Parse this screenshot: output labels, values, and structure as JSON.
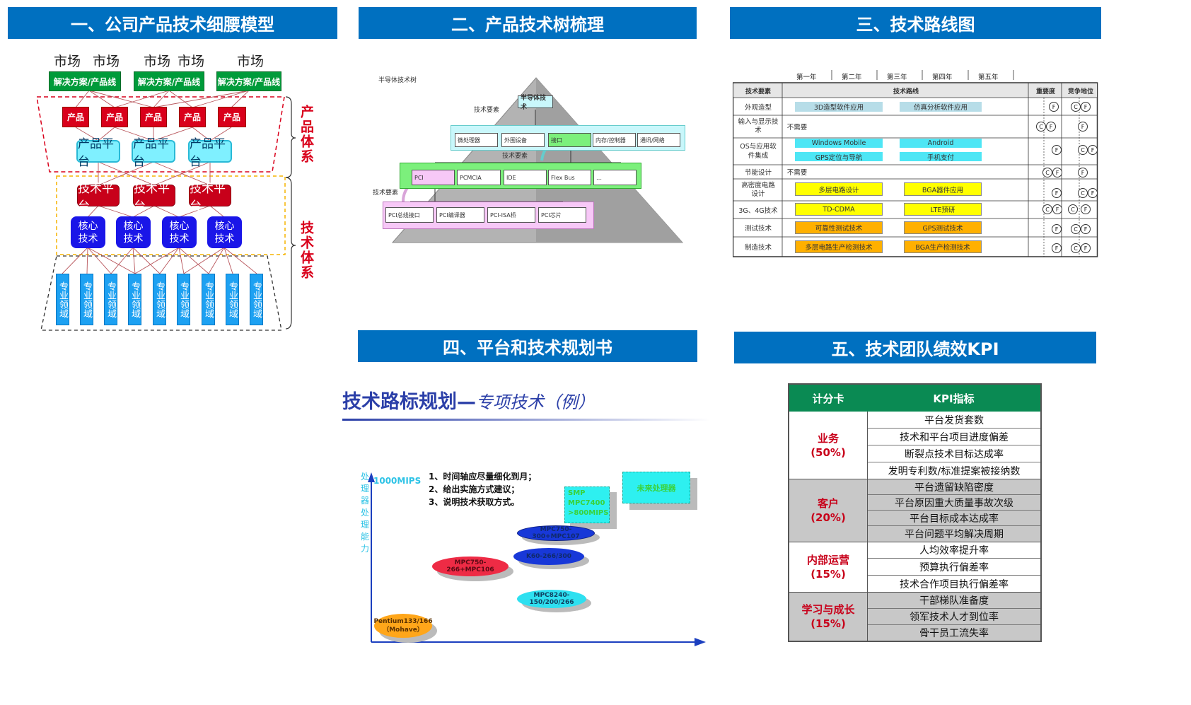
{
  "panel1": {
    "title": "一、公司产品技术细腰模型",
    "markets": [
      "市场",
      "市场",
      "市场",
      "市场",
      "市场"
    ],
    "solution": "解决方案/产品线",
    "product": "产品",
    "product_platform": "产品平台",
    "tech_platform": "技术平台",
    "core_tech": "核心技术",
    "specialty": "专业领域",
    "label_product_system": "产品体系",
    "label_tech_system": "技术体系"
  },
  "panel2": {
    "title": "二、产品技术树梳理",
    "tree_title": "半导体技术树",
    "root": "半导体技术",
    "element_label": "技术要素",
    "level1": [
      "微处理器",
      "外围设备",
      "接口",
      "内存/控制器",
      "通讯/网络"
    ],
    "level2": [
      "PCI",
      "PCMCIA",
      "IDE",
      "Flex Bus",
      "…"
    ],
    "level3": [
      "PCI总线接口",
      "PCI编译器",
      "PCI-ISA桥",
      "PCI芯片"
    ]
  },
  "panel3": {
    "title": "三、技术路线图",
    "years": [
      "第一年",
      "第二年",
      "第三年",
      "第四年",
      "第五年"
    ],
    "col_element": "技术要素",
    "col_route": "技术路线",
    "col_importance": "重要度",
    "col_position": "竞争地位",
    "rows": [
      {
        "name": "外观造型",
        "items": [
          "3D造型软件应用",
          "仿真分析软件应用"
        ],
        "color": "#b7dde8"
      },
      {
        "name": "输入与显示技术",
        "text": "不需要"
      },
      {
        "name": "OS与应用软件集成",
        "items": [
          "Windows Mobile",
          "Android",
          "GPS定位与导航",
          "手机支付"
        ],
        "color": "#4ee6f5"
      },
      {
        "name": "节能设计",
        "text": "不需要"
      },
      {
        "name": "高密度电路设计",
        "items": [
          "多层电路设计",
          "BGA器件应用"
        ],
        "color": "#ffff00"
      },
      {
        "name": "3G、4G技术",
        "items": [
          "TD-CDMA",
          "LTE预研"
        ],
        "color": "#ffff00"
      },
      {
        "name": "测试技术",
        "items": [
          "可靠性测试技术",
          "GPS测试技术"
        ],
        "color": "#ffb000"
      },
      {
        "name": "制造技术",
        "items": [
          "多层电路生产检测技术",
          "BGA生产检测技术"
        ],
        "color": "#ffb000"
      }
    ]
  },
  "panel4": {
    "title": "四、平台和技术规划书",
    "heading_main": "技术路标规划—",
    "heading_sub": "专项技术（例）",
    "yaxis": "处理器处理能力",
    "ytick": "1000MIPS",
    "notes": [
      "1、时间轴应尽量细化到月；",
      "2、给出实施方式建议；",
      "3、说明技术获取方式。"
    ],
    "boxes": {
      "smp": "SMP MPC7400 >800MIPS",
      "future": "未来处理器"
    },
    "ellipses": [
      "MPC750-300+MPC107",
      "K60-266/300",
      "MPC750-266+MPC106",
      "MPC8240-150/200/266",
      "Pentium133/166 （Mohave）"
    ]
  },
  "panel5": {
    "title": "五、技术团队绩效KPI",
    "col1": "计分卡",
    "col2": "KPI指标",
    "groups": [
      {
        "name": "业务",
        "pct": "(50%)",
        "items": [
          "平台发货套数",
          "技术和平台项目进度偏差",
          "断裂点技术目标达成率",
          "发明专利数/标准提案被接纳数"
        ]
      },
      {
        "name": "客户",
        "pct": "(20%)",
        "items": [
          "平台遗留缺陷密度",
          "平台原因重大质量事故次级",
          "平台目标成本达成率",
          "平台问题平均解决周期"
        ]
      },
      {
        "name": "内部运营",
        "pct": "(15%)",
        "items": [
          "人均效率提升率",
          "预算执行偏差率",
          "技术合作项目执行偏差率"
        ]
      },
      {
        "name": "学习与成长",
        "pct": "(15%)",
        "items": [
          "干部梯队准备度",
          "领军技术人才到位率",
          "骨干员工流失率"
        ]
      }
    ]
  }
}
